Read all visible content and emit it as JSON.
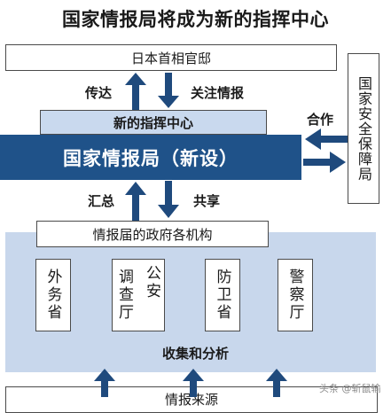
{
  "title": "国家情报局将成为新的指挥中心",
  "nodes": {
    "top_box": "日本首相官邸",
    "new_center": "新的指挥中心",
    "main_band": "国家情报局（新设）",
    "agencies_box": "情报届的政府各机构",
    "security_bureau": "国家安全保障局",
    "bottom_box": "情报来源"
  },
  "labels": {
    "up_top": "传达",
    "down_top": "关注情报",
    "cooperate": "合作",
    "up_mid": "汇总",
    "down_mid": "共享",
    "collect": "收集和分析"
  },
  "ministries": [
    {
      "cols": [
        "外务省"
      ]
    },
    {
      "cols": [
        "调查厅",
        "公安"
      ]
    },
    {
      "cols": [
        "防卫省"
      ]
    },
    {
      "cols": [
        "警察厅"
      ]
    }
  ],
  "watermark": "头条 @斩鼠输",
  "colors": {
    "dark_blue": "#1f5289",
    "light_blue": "#c9d9ee",
    "panel_blue": "#c8d7ec",
    "arrow": "#1f4a7d"
  }
}
